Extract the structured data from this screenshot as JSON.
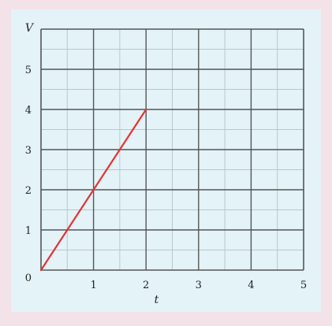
{
  "colors": {
    "page_background": "#f3e3e8",
    "panel_background": "#e3f3f8",
    "grid_major": "#555555",
    "grid_minor": "#b9c7cc",
    "line": "#e8302f"
  },
  "chart_data": {
    "type": "line",
    "xlabel": "t",
    "ylabel": "V",
    "xlim": [
      0,
      5
    ],
    "ylim": [
      0,
      6
    ],
    "x_ticks": [
      0,
      1,
      2,
      3,
      4,
      5
    ],
    "y_ticks": [
      1,
      2,
      3,
      4,
      5
    ],
    "origin_label": "0",
    "x_tick_labels": [
      "1",
      "2",
      "3",
      "4",
      "5"
    ],
    "y_tick_labels": [
      "1",
      "2",
      "3",
      "4",
      "5"
    ],
    "grid": true,
    "series": [
      {
        "x": [
          0,
          2
        ],
        "y": [
          0,
          4
        ]
      }
    ]
  }
}
